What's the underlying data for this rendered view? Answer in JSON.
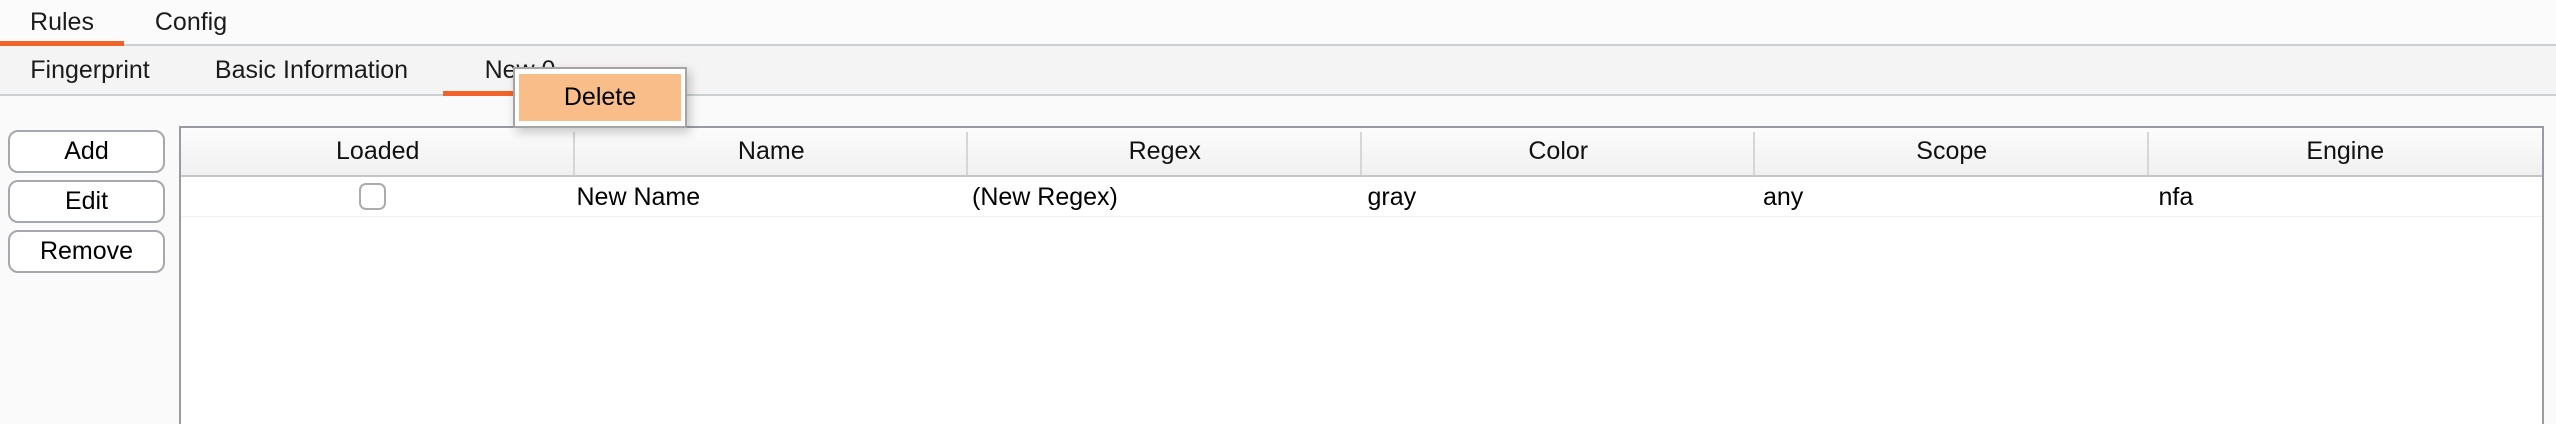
{
  "colors": {
    "accent_orange": "#F2632C",
    "menu_highlight": "#F8BD89"
  },
  "primary_tabs": {
    "rules": "Rules",
    "config": "Config"
  },
  "secondary_tabs": {
    "fingerprint": "Fingerprint",
    "basic_information": "Basic Information",
    "new_rule": "New 0"
  },
  "context_menu": {
    "delete": "Delete"
  },
  "sidebar": {
    "add": "Add",
    "edit": "Edit",
    "remove": "Remove"
  },
  "table": {
    "columns": [
      "Loaded",
      "Name",
      "Regex",
      "Color",
      "Scope",
      "Engine"
    ],
    "rows": [
      {
        "loaded": false,
        "name": "New Name",
        "regex": "(New Regex)",
        "color": "gray",
        "scope": "any",
        "engine": "nfa"
      }
    ]
  }
}
